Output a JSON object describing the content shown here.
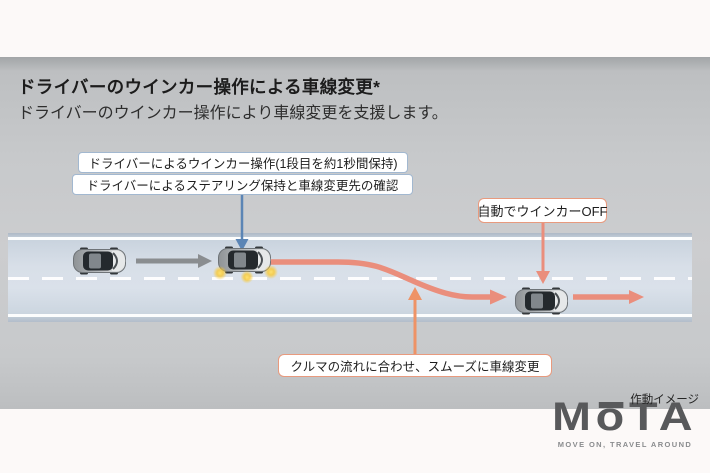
{
  "header": {
    "title": "ドライバーのウインカー操作による車線変更*",
    "subtitle": "ドライバーのウインカー操作により車線変更を支援します。"
  },
  "callouts": {
    "winker_operation": "ドライバーによるウインカー操作(1段目を約1秒間保持)",
    "steering_hold": "ドライバーによるステアリング保持と車線変更先の確認",
    "auto_winker_off": "自動でウインカーOFF",
    "smooth_lane_change": "クルマの流れに合わせ、スムーズに車線変更"
  },
  "footer": {
    "note": "作動イメージ",
    "logo": {
      "m": "M",
      "o": "o",
      "t": "T",
      "a": "A",
      "tagline": "MOVE ON, TRAVEL AROUND"
    }
  },
  "colors": {
    "accent_blue": "#5b85b5",
    "path_salmon": "#ea8e7c",
    "accent_orange": "#ee9366",
    "arrow_gray": "#8a8d90",
    "blinker_yellow": "#f8c930",
    "callout_blue_border": "#a2b8d0",
    "callout_orange_border": "#e89a7e",
    "road_surface": "#d9e0e9"
  }
}
